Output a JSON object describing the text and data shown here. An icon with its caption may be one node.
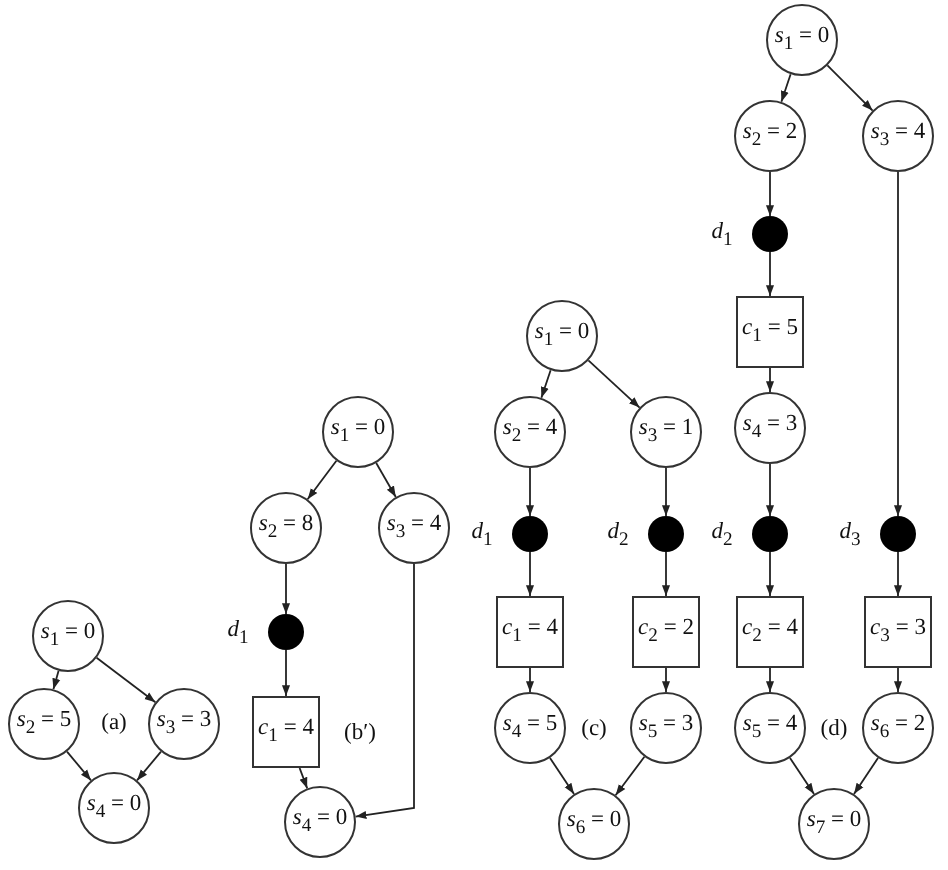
{
  "diagram": {
    "nodes": [
      {
        "text": [
          "*s*$_{1}$ = 0"
        ]
      },
      {
        "text": [
          "*s*$_{2}$ = 5"
        ]
      },
      {
        "text": [
          "*s*$_{3}$ = 3"
        ]
      },
      {
        "text": [
          "*s*$_{4}$ = 0"
        ]
      },
      {
        "text": [
          "*s*$_{1}$ = 0"
        ]
      },
      {
        "text": [
          "*s*$_{2}$ = 8"
        ]
      },
      {
        "text": [
          "*s*$_{3}$ = 4"
        ]
      },
      {
        "text": [],
        "shape": "circle",
        "beside": [
          "*d*$_{1}$"
        ]
      },
      {
        "text": [
          "*c*$_{1}$ = 4"
        ]
      },
      {
        "text": [
          "*s*$_{4}$ = 0"
        ]
      },
      {
        "text": [
          "*s*$_{1}$ = 0"
        ]
      },
      {
        "text": [
          "*s*$_{2}$ = 4"
        ]
      },
      {
        "text": [
          "*s*$_{3}$ = 1"
        ]
      },
      {
        "text": [],
        "shape": "circle",
        "beside": [
          "*d*$_{1}$"
        ]
      },
      {
        "text": [],
        "shape": "circle",
        "beside": [
          "*d*$_{2}$"
        ]
      },
      {
        "text": [
          "*c*$_{1}$ = 4"
        ]
      },
      {
        "text": [
          "*c*$_{2}$ = 2"
        ]
      },
      {
        "text": [
          "*s*$_{4}$ = 5"
        ]
      },
      {
        "text": [
          "*s*$_{5}$ = 3"
        ]
      },
      {
        "text": [
          "*s*$_{6}$ = 0"
        ]
      },
      {
        "text": [
          "*s*$_{1}$ = 0"
        ]
      },
      {
        "text": [
          "*s*$_{2}$ = 2"
        ]
      },
      {
        "text": [
          "*s*$_{3}$ = 4"
        ]
      },
      {
        "text": [],
        "shape": "circle",
        "beside": [
          "*d*$_{1}$"
        ]
      },
      {
        "text": [
          "*c*$_{1}$ = 5"
        ]
      },
      {
        "text": [
          "*s*$_{4}$ = 3"
        ]
      },
      {
        "text": [],
        "shape": "circle",
        "beside": [
          "*d*$_{2}$"
        ]
      },
      {
        "text": [],
        "shape": "circle",
        "beside": [
          "*d*$_{3}$"
        ]
      },
      {
        "text": [
          "*c*$_{2}$ = 4"
        ]
      },
      {
        "text": [
          "*c*$_{3}$ = 3"
        ]
      },
      {
        "text": [
          "*s*$_{5}$ = 4"
        ]
      },
      {
        "text": [
          "*s*$_{6}$ = 2"
        ]
      },
      {
        "text": [
          "*s*$_{7}$ = 0"
        ]
      }
    ],
    "edges": [
      {
        "from": 0,
        "to": 1,
        "arrow": "to"
      },
      {
        "from": 0,
        "to": 2,
        "arrow": "to"
      },
      {
        "from": 1,
        "to": 3,
        "arrow": "to"
      },
      {
        "from": 2,
        "to": 3,
        "arrow": "to"
      },
      {
        "from": 4,
        "to": 5,
        "arrow": "to"
      },
      {
        "from": 4,
        "to": 6,
        "arrow": "to"
      },
      {
        "from": 5,
        "to": 7,
        "arrow": "to"
      },
      {
        "from": 7,
        "to": 8,
        "arrow": "to"
      },
      {
        "from": 8,
        "to": 9,
        "arrow": "to"
      },
      {
        "from": 6,
        "to": 9,
        "arrow": "to"
      },
      {
        "from": 10,
        "to": 11,
        "arrow": "to"
      },
      {
        "from": 10,
        "to": 12,
        "arrow": "to"
      },
      {
        "from": 11,
        "to": 13,
        "arrow": "to"
      },
      {
        "from": 12,
        "to": 14,
        "arrow": "to"
      },
      {
        "from": 13,
        "to": 15,
        "arrow": "to"
      },
      {
        "from": 14,
        "to": 16,
        "arrow": "to"
      },
      {
        "from": 15,
        "to": 17,
        "arrow": "to"
      },
      {
        "from": 16,
        "to": 18,
        "arrow": "to"
      },
      {
        "from": 17,
        "to": 19,
        "arrow": "to"
      },
      {
        "from": 18,
        "to": 19,
        "arrow": "to"
      },
      {
        "from": 20,
        "to": 21,
        "arrow": "to"
      },
      {
        "from": 20,
        "to": 22,
        "arrow": "to"
      },
      {
        "from": 21,
        "to": 23,
        "arrow": "to"
      },
      {
        "from": 23,
        "to": 24,
        "arrow": "to"
      },
      {
        "from": 24,
        "to": 25,
        "arrow": "to"
      },
      {
        "from": 25,
        "to": 26,
        "arrow": "to"
      },
      {
        "from": 26,
        "to": 28,
        "arrow": "to"
      },
      {
        "from": 28,
        "to": 30,
        "arrow": "to"
      },
      {
        "from": 22,
        "to": 27,
        "arrow": "to"
      },
      {
        "from": 27,
        "to": 29,
        "arrow": "to"
      },
      {
        "from": 29,
        "to": 31,
        "arrow": "to"
      },
      {
        "from": 30,
        "to": 32,
        "arrow": "to"
      },
      {
        "from": 31,
        "to": 32,
        "arrow": "to"
      }
    ],
    "labels": [
      "(a)",
      "(b′)",
      "(c)",
      "(d)"
    ]
  }
}
